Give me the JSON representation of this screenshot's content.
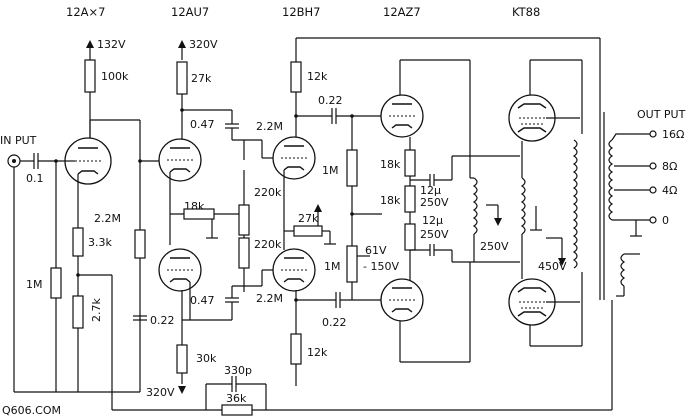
{
  "tube_headers": [
    "12A×7",
    "12AU7",
    "12BH7",
    "12AZ7",
    "KT88"
  ],
  "labels": {
    "input": "IN PUT",
    "output": "OUT PUT",
    "watermark": "Q606.COM",
    "v132": "132V",
    "v320_top": "320V",
    "v320_bottom": "320V",
    "v61": "61V",
    "vm150": "- 150V",
    "v250a": "250V",
    "v250b": "250V",
    "v250c": "250V",
    "v450": "450V",
    "o16": "16Ω",
    "o8": "8Ω",
    "o4": "4Ω",
    "o0": "0"
  },
  "components": {
    "c_in": "0.1",
    "r100k": "100k",
    "r1m_in": "1M",
    "r2m2_a": "2.2M",
    "r3k3": "3.3k",
    "r2k7": "2.7k",
    "r27k_a": "27k",
    "c047_a": "0.47",
    "r2m2_b": "2.2M",
    "r18k_a": "18k",
    "r220k_a": "220k",
    "r220k_b": "220k",
    "c047_b": "0.47",
    "r2m2_c": "2.2M",
    "c022_a": "0.22",
    "r30k": "30k",
    "c330p": "330p",
    "r36k": "36k",
    "r12k_a": "12k",
    "c022_b": "0.22",
    "r27k_b": "27k",
    "r1m_b": "1M",
    "r1m_c": "1M",
    "c022_c": "0.22",
    "r12k_b": "12k",
    "r18k_b": "18k",
    "r18k_c": "18k",
    "c12u_a": "12μ",
    "c12u_b": "12μ"
  }
}
